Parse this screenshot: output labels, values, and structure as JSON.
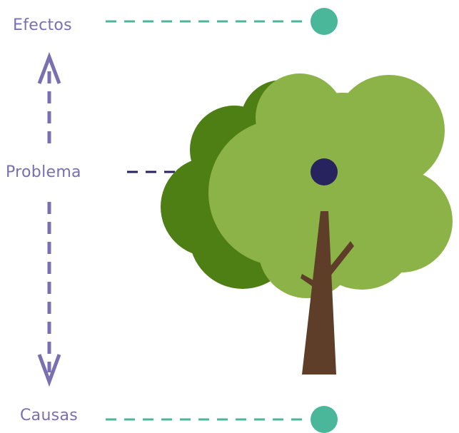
{
  "labels": {
    "efectos": "Efectos",
    "problema": "Problema",
    "causas": "Causas"
  },
  "colors": {
    "label_text": "#7a6fb0",
    "arrow": "#7a6fb0",
    "teal_dot": "#4ab79b",
    "navy_dot": "#27235f",
    "dark_foliage": "#4e7f14",
    "light_foliage": "#8cb348",
    "trunk": "#5e3d29"
  },
  "icons": {
    "tree": "tree-icon",
    "vertical_arrow": "double-headed-arrow-icon"
  }
}
